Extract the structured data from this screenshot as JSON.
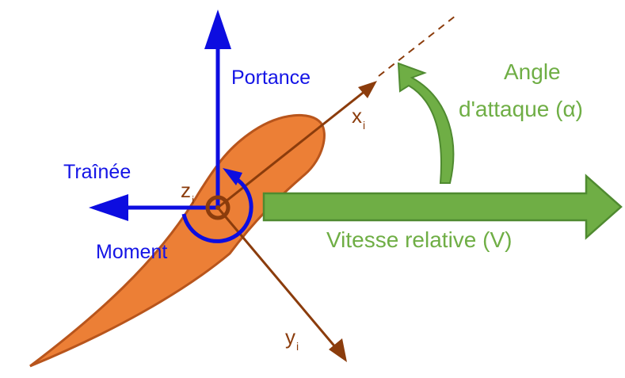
{
  "colors": {
    "airfoil_fill": "#ec7f36",
    "airfoil_stroke": "#b8551c",
    "force": "#0d0de0",
    "axis": "#8b3c0c",
    "velocity": "#6fae45",
    "velocity_stroke": "#4f8a30"
  },
  "labels": {
    "lift": "Portance",
    "drag": "Traînée",
    "moment": "Moment",
    "velocity": "Vitesse relative (V)",
    "angle_line1": "Angle",
    "angle_line2": "d'attaque (α)",
    "axis_x": "x",
    "axis_y": "y",
    "axis_z": "z",
    "axis_subscript": "i"
  }
}
